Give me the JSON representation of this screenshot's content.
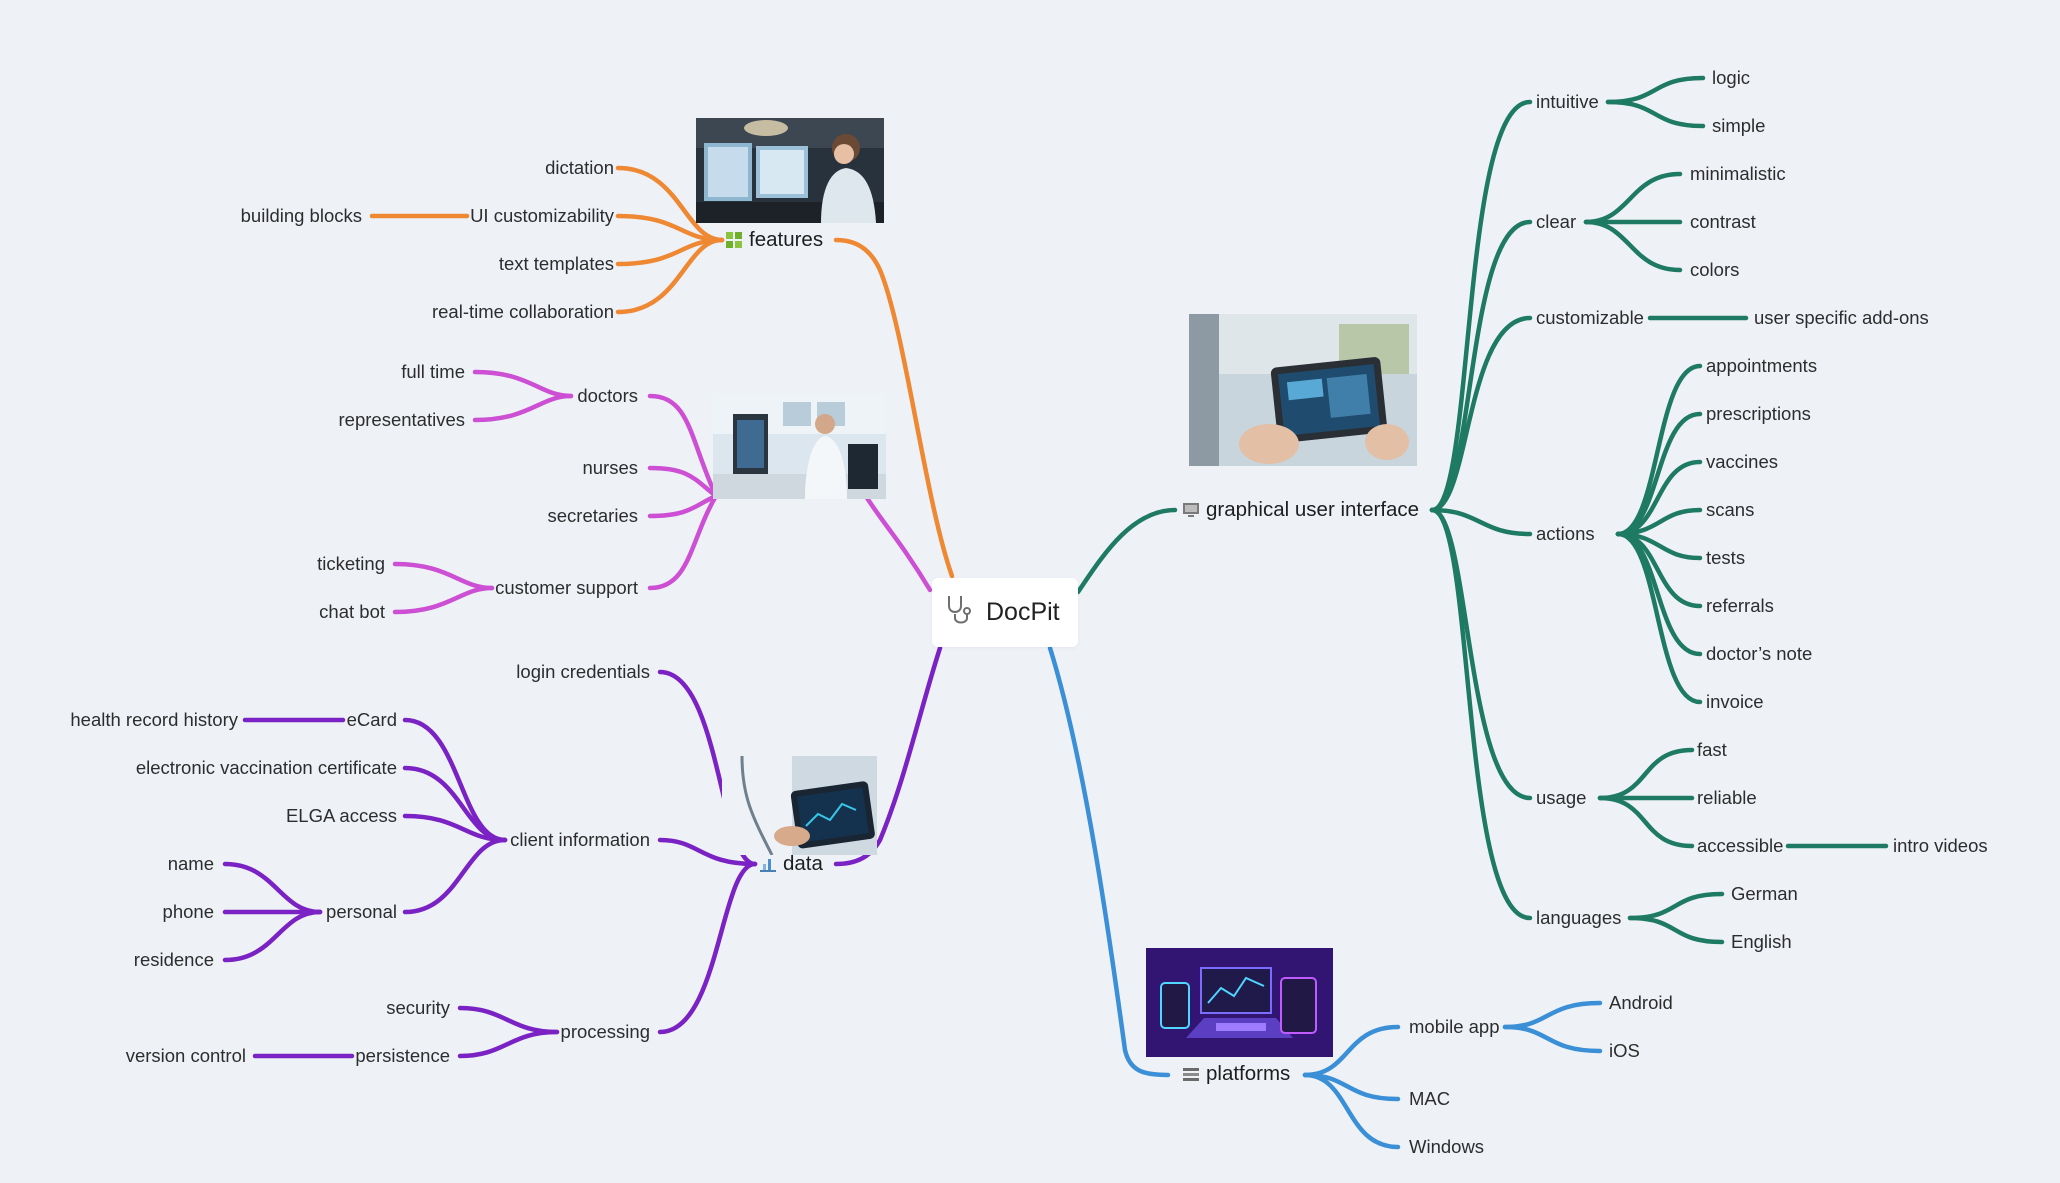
{
  "central": {
    "title": "DocPit",
    "icon": "stethoscope-icon"
  },
  "colors": {
    "features": "#ee8833",
    "team": "#cc4fd4",
    "data": "#7a22c4",
    "gui": "#1e7a62",
    "platforms": "#3a8fd6"
  },
  "branches": {
    "features": {
      "label": "features",
      "icon": "grid-icon",
      "children": [
        "dictation",
        "UI customizability",
        "text templates",
        "real-time collaboration"
      ],
      "ui_sub": "building blocks"
    },
    "team": {
      "doctors": "doctors",
      "doctors_children": [
        "full time",
        "representatives"
      ],
      "nurses": "nurses",
      "secretaries": "secretaries",
      "support": "customer support",
      "support_children": [
        "ticketing",
        "chat bot"
      ]
    },
    "data": {
      "label": "data",
      "icon": "chart-icon",
      "login": "login credentials",
      "client": "client information",
      "client_children": [
        "eCard",
        "electronic vaccination certificate",
        "ELGA access",
        "personal"
      ],
      "ecard_sub": "health record history",
      "personal_children": [
        "name",
        "phone",
        "residence"
      ],
      "processing": "processing",
      "processing_children": [
        "security",
        "persistence"
      ],
      "persistence_sub": "version control"
    },
    "gui": {
      "label": "graphical user interface",
      "icon": "monitor-icon",
      "intuitive": "intuitive",
      "intuitive_children": [
        "logic",
        "simple"
      ],
      "clear": "clear",
      "clear_children": [
        "minimalistic",
        "contrast",
        "colors"
      ],
      "customizable": "customizable",
      "customizable_sub": "user specific add-ons",
      "actions": "actions",
      "actions_children": [
        "appointments",
        "prescriptions",
        "vaccines",
        "scans",
        "tests",
        "referrals",
        "doctor’s note",
        "invoice"
      ],
      "usage": "usage",
      "usage_children": [
        "fast",
        "reliable",
        "accessible"
      ],
      "accessible_sub": "intro videos",
      "languages": "languages",
      "languages_children": [
        "German",
        "English"
      ]
    },
    "platforms": {
      "label": "platforms",
      "icon": "stack-icon",
      "mobile": "mobile app",
      "mobile_children": [
        "Android",
        "iOS"
      ],
      "mac": "MAC",
      "windows": "Windows"
    }
  }
}
